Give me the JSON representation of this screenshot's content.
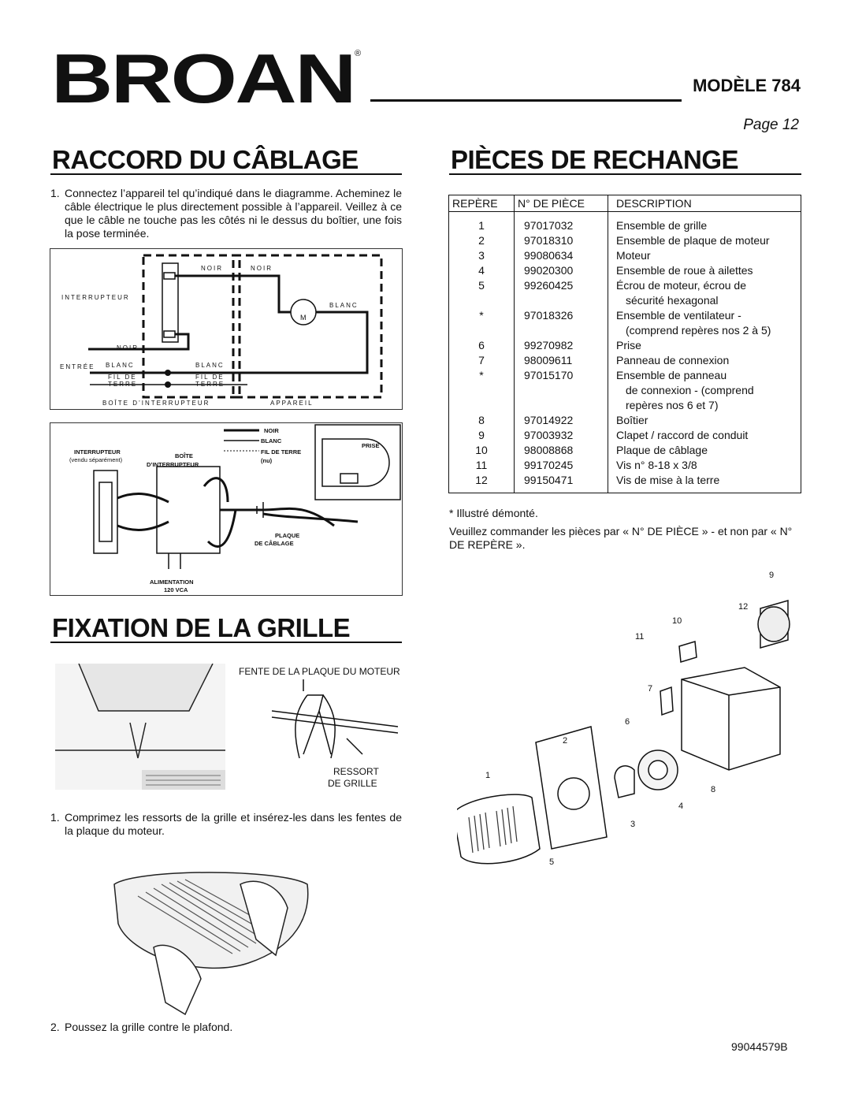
{
  "header": {
    "brand": "BROAN",
    "registered": "®",
    "model": "MODÈLE 784",
    "page": "Page 12"
  },
  "wiring": {
    "title": "RACCORD DU CÂBLAGE",
    "step1_num": "1.",
    "step1": "Connectez l’appareil tel qu’indiqué dans le diagramme. Acheminez le câble électrique le plus directement possible à l’appareil. Veillez à ce que le câble ne touche pas les côtés ni le dessus du boîtier, une fois la pose terminée.",
    "schematic": {
      "noir1": "NOIR",
      "noir2": "NOIR",
      "interrupteur": "INTERRUPTEUR",
      "blanc_motor": "BLANC",
      "motor": "M",
      "noir_entree": "NOIR",
      "entree": "ENTRÉE",
      "blanc1": "BLANC",
      "blanc2": "BLANC",
      "fil_de1": "FIL DE",
      "terre1": "TERRE",
      "fil_de2": "FIL DE",
      "terre2": "TERRE",
      "boite": "BOÎTE D’INTERRUPTEUR",
      "appareil": "APPAREIL"
    },
    "pictorial": {
      "noir": "NOIR",
      "blanc": "BLANC",
      "fil_terre": "FIL DE TERRE",
      "nu": "(nu)",
      "prise": "PRISE",
      "interrupteur": "INTERRUPTEUR",
      "vendu": "(vendu séparément)",
      "boite1": "BOÎTE",
      "boite2": "D’INTERRUPTEUR",
      "plaque1": "PLAQUE",
      "plaque2": "DE CÂBLAGE",
      "alim1": "ALIMENTATION",
      "alim2": "120 VCA"
    }
  },
  "parts": {
    "title": "PIÈCES DE RECHANGE",
    "headers": [
      "REPÈRE",
      "N° DE PIÈCE",
      "DESCRIPTION"
    ],
    "rows": [
      [
        "1",
        "97017032",
        "Ensemble de grille"
      ],
      [
        "2",
        "97018310",
        "Ensemble de plaque de moteur"
      ],
      [
        "3",
        "99080634",
        "Moteur"
      ],
      [
        "4",
        "99020300",
        "Ensemble de roue à ailettes"
      ],
      [
        "5",
        "99260425",
        "Écrou de moteur, écrou de"
      ],
      [
        "",
        "",
        "sécurité hexagonal"
      ],
      [
        "*",
        "97018326",
        "Ensemble de ventilateur -"
      ],
      [
        "",
        "",
        "(comprend repères nos 2 à 5)"
      ],
      [
        "6",
        "99270982",
        "Prise"
      ],
      [
        "7",
        "98009611",
        "Panneau de connexion"
      ],
      [
        "*",
        "97015170",
        "Ensemble de panneau"
      ],
      [
        "",
        "",
        "de connexion - (comprend"
      ],
      [
        "",
        "",
        "repères nos 6 et 7)"
      ],
      [
        "8",
        "97014922",
        "Boîtier"
      ],
      [
        "9",
        "97003932",
        "Clapet / raccord de conduit"
      ],
      [
        "10",
        "98008868",
        "Plaque de câblage"
      ],
      [
        "11",
        "99170245",
        "Vis n° 8-18 x 3/8"
      ],
      [
        "12",
        "99150471",
        "Vis de mise à la terre"
      ]
    ],
    "note": "* Illustré démonté.",
    "order": "Veuillez commander les pièces par « N° DE PIÈCE » - et non par « N° DE REPÈRE ».",
    "callouts": [
      "9",
      "12",
      "10",
      "11",
      "7",
      "6",
      "2",
      "1",
      "8",
      "4",
      "3",
      "5"
    ]
  },
  "grille": {
    "title": "FIXATION DE LA GRILLE",
    "fente": "FENTE DE LA PLAQUE DU MOTEUR",
    "ressort1": "RESSORT",
    "ressort2": "DE GRILLE",
    "step1_num": "1.",
    "step1": "Comprimez les ressorts de la grille et insérez-les dans les fentes de la plaque du moteur.",
    "step2_num": "2.",
    "step2": "Poussez la grille contre le plafond."
  },
  "footer": {
    "code": "99044579B"
  }
}
